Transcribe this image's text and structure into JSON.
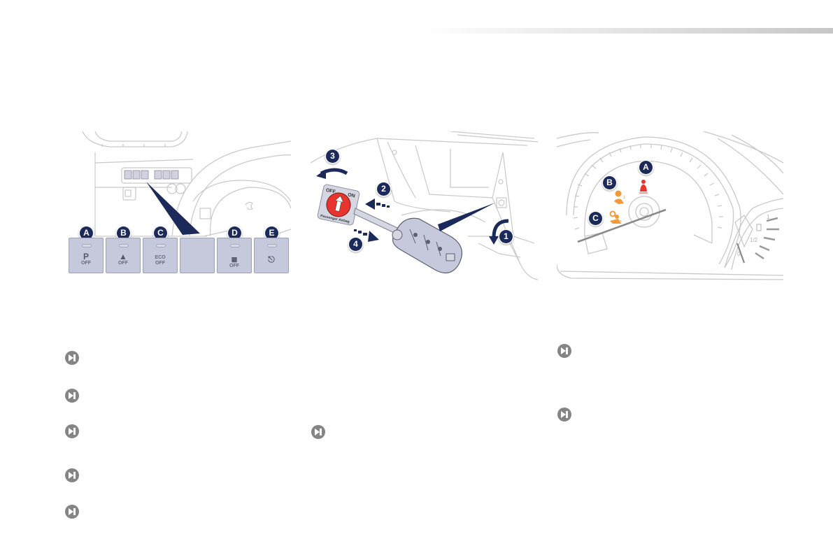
{
  "page": {
    "header_bar": "gradient-rule"
  },
  "figures": [
    {
      "id": "dashboard-switch-panel",
      "callouts": [
        "A",
        "B",
        "C",
        "D",
        "E"
      ],
      "switches": [
        {
          "callout": "A",
          "icon": "park-assist-off-icon",
          "line1": "P",
          "line2": "OFF"
        },
        {
          "callout": "B",
          "icon": "lane-departure-off-icon",
          "line1": "",
          "line2": "OFF"
        },
        {
          "callout": "C",
          "icon": "eco-off-icon",
          "line1": "ECO",
          "line2": "OFF"
        },
        {
          "callout": "",
          "icon": "blank",
          "line1": "",
          "line2": ""
        },
        {
          "callout": "D",
          "icon": "volumetric-alarm-off-icon",
          "line1": "",
          "line2": "OFF"
        },
        {
          "callout": "E",
          "icon": "child-lock-icon",
          "line1": "",
          "line2": ""
        }
      ]
    },
    {
      "id": "passenger-airbag-key-switch",
      "steps": [
        "1",
        "2",
        "3",
        "4"
      ],
      "switch_labels": {
        "off": "OFF",
        "on": "ON",
        "caption": "Passenger Airbag"
      },
      "accent_red": "#e8342f",
      "arrow_color": "#1b2a5a"
    },
    {
      "id": "instrument-cluster-warning-lamps",
      "callouts": [
        "A",
        "B",
        "C"
      ],
      "lamp_colors": {
        "A": "#e8342f",
        "B": "#f29a3a",
        "C": "#f29a3a"
      },
      "lamp_subscripts": {
        "B": "1",
        "C": "2"
      },
      "fuel_gauge_labels": [
        "1",
        "1/2",
        "0"
      ]
    }
  ],
  "bullets": {
    "column_1": [
      "",
      "",
      "",
      "",
      ""
    ],
    "column_2": [
      ""
    ],
    "column_3": [
      "",
      ""
    ]
  },
  "colors": {
    "callout_navy": "#1b2a5a",
    "switch_tile": "#c6c8dc",
    "bullet_gray": "#858585",
    "line_art": "#c9c9c9"
  }
}
